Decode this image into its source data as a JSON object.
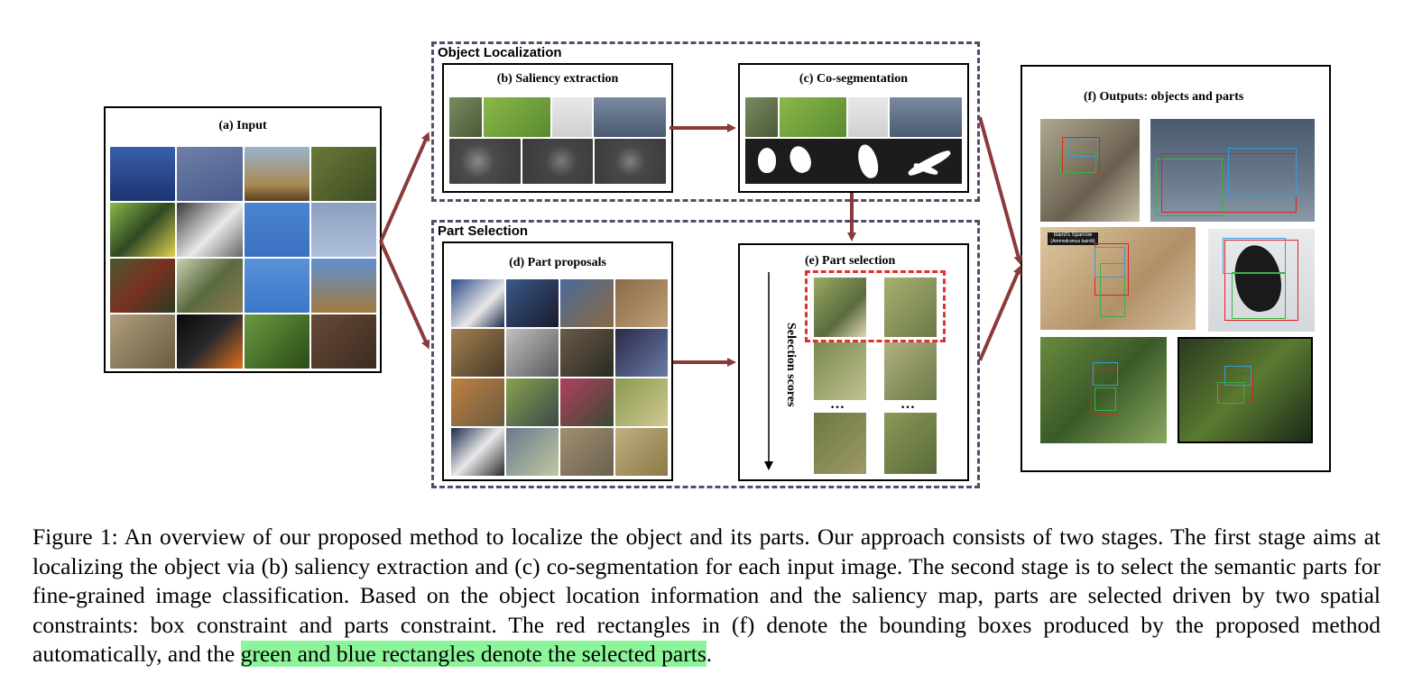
{
  "figure": {
    "input_title": "(a) Input",
    "object_localization_label": "Object Localization",
    "saliency_title": "(b) Saliency extraction",
    "coseg_title": "(c) Co-segmentation",
    "part_selection_label": "Part Selection",
    "part_proposals_title": "(d) Part proposals",
    "part_selection_title": "(e) Part selection",
    "selection_scores_label": "Selection scores",
    "ellipsis_left": "…",
    "ellipsis_right": "…",
    "outputs_title": "(f) Outputs: objects and  parts",
    "sign_title": "Baird's Sparrow",
    "sign_subtitle": "(Ammodramus bairdii)"
  },
  "colors": {
    "arrow": "#8b3a3a",
    "dashed_frame": "#5a4a6a",
    "selection_dash": "#e03030",
    "object_box": "#e02020",
    "part_box_green": "#3cb043",
    "part_box_blue": "#3a9ad9",
    "highlight": "#8cf59a"
  },
  "caption": {
    "lead": "Figure 1: An overview of our proposed method to localize the object and its parts. Our approach consists of two stages. The first stage aims at localizing the object via (b) saliency extraction and (c) co-segmentation for each input image. The second stage is to select the semantic parts for fine-grained image classification. Based on the object location information and the saliency map, parts are selected driven by two spatial constraints: box constraint and parts constraint. The red rectangles in (f) denote the bounding boxes produced by the proposed method automatically, and the ",
    "highlighted": "green and blue rectangles denote the selected parts",
    "tail": "."
  }
}
